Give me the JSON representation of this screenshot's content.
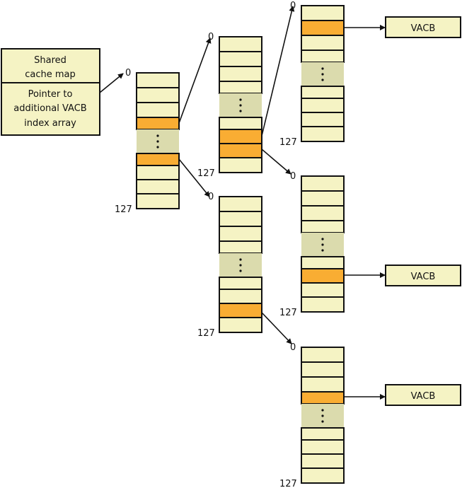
{
  "title": "Shared cache map multilevel VACB index arrays",
  "colors": {
    "cell": "#f5f3c4",
    "highlight": "#f9ad33",
    "gap": "#dbdbad",
    "stroke": "#111111"
  },
  "root_box": {
    "top_lines": [
      "Shared",
      "cache map"
    ],
    "bottom_lines": [
      "Pointer to",
      "additional VACB",
      "index array"
    ]
  },
  "index_labels": {
    "first": "0",
    "last": "127"
  },
  "vacb_label": "VACB",
  "arrays": [
    {
      "id": "level1",
      "rows": [
        "n",
        "n",
        "n",
        "h",
        "gap",
        "h",
        "n",
        "n",
        "n"
      ]
    },
    {
      "id": "level2-top",
      "rows": [
        "n",
        "n",
        "n",
        "n",
        "gap",
        "n",
        "h",
        "h",
        "n"
      ]
    },
    {
      "id": "level2-bottom",
      "rows": [
        "n",
        "n",
        "n",
        "n",
        "gap",
        "n",
        "n",
        "h",
        "n"
      ]
    },
    {
      "id": "level3-top",
      "rows": [
        "n",
        "h",
        "n",
        "n",
        "gap",
        "n",
        "n",
        "n",
        "n"
      ]
    },
    {
      "id": "level3-middle",
      "rows": [
        "n",
        "n",
        "n",
        "n",
        "gap",
        "n",
        "h",
        "n",
        "n"
      ]
    },
    {
      "id": "level3-bottom",
      "rows": [
        "n",
        "n",
        "n",
        "h",
        "gap",
        "n",
        "n",
        "n",
        "n"
      ]
    }
  ],
  "vacbs": [
    {
      "from_array": "level3-top",
      "label": "VACB"
    },
    {
      "from_array": "level3-middle",
      "label": "VACB"
    },
    {
      "from_array": "level3-bottom",
      "label": "VACB"
    }
  ]
}
